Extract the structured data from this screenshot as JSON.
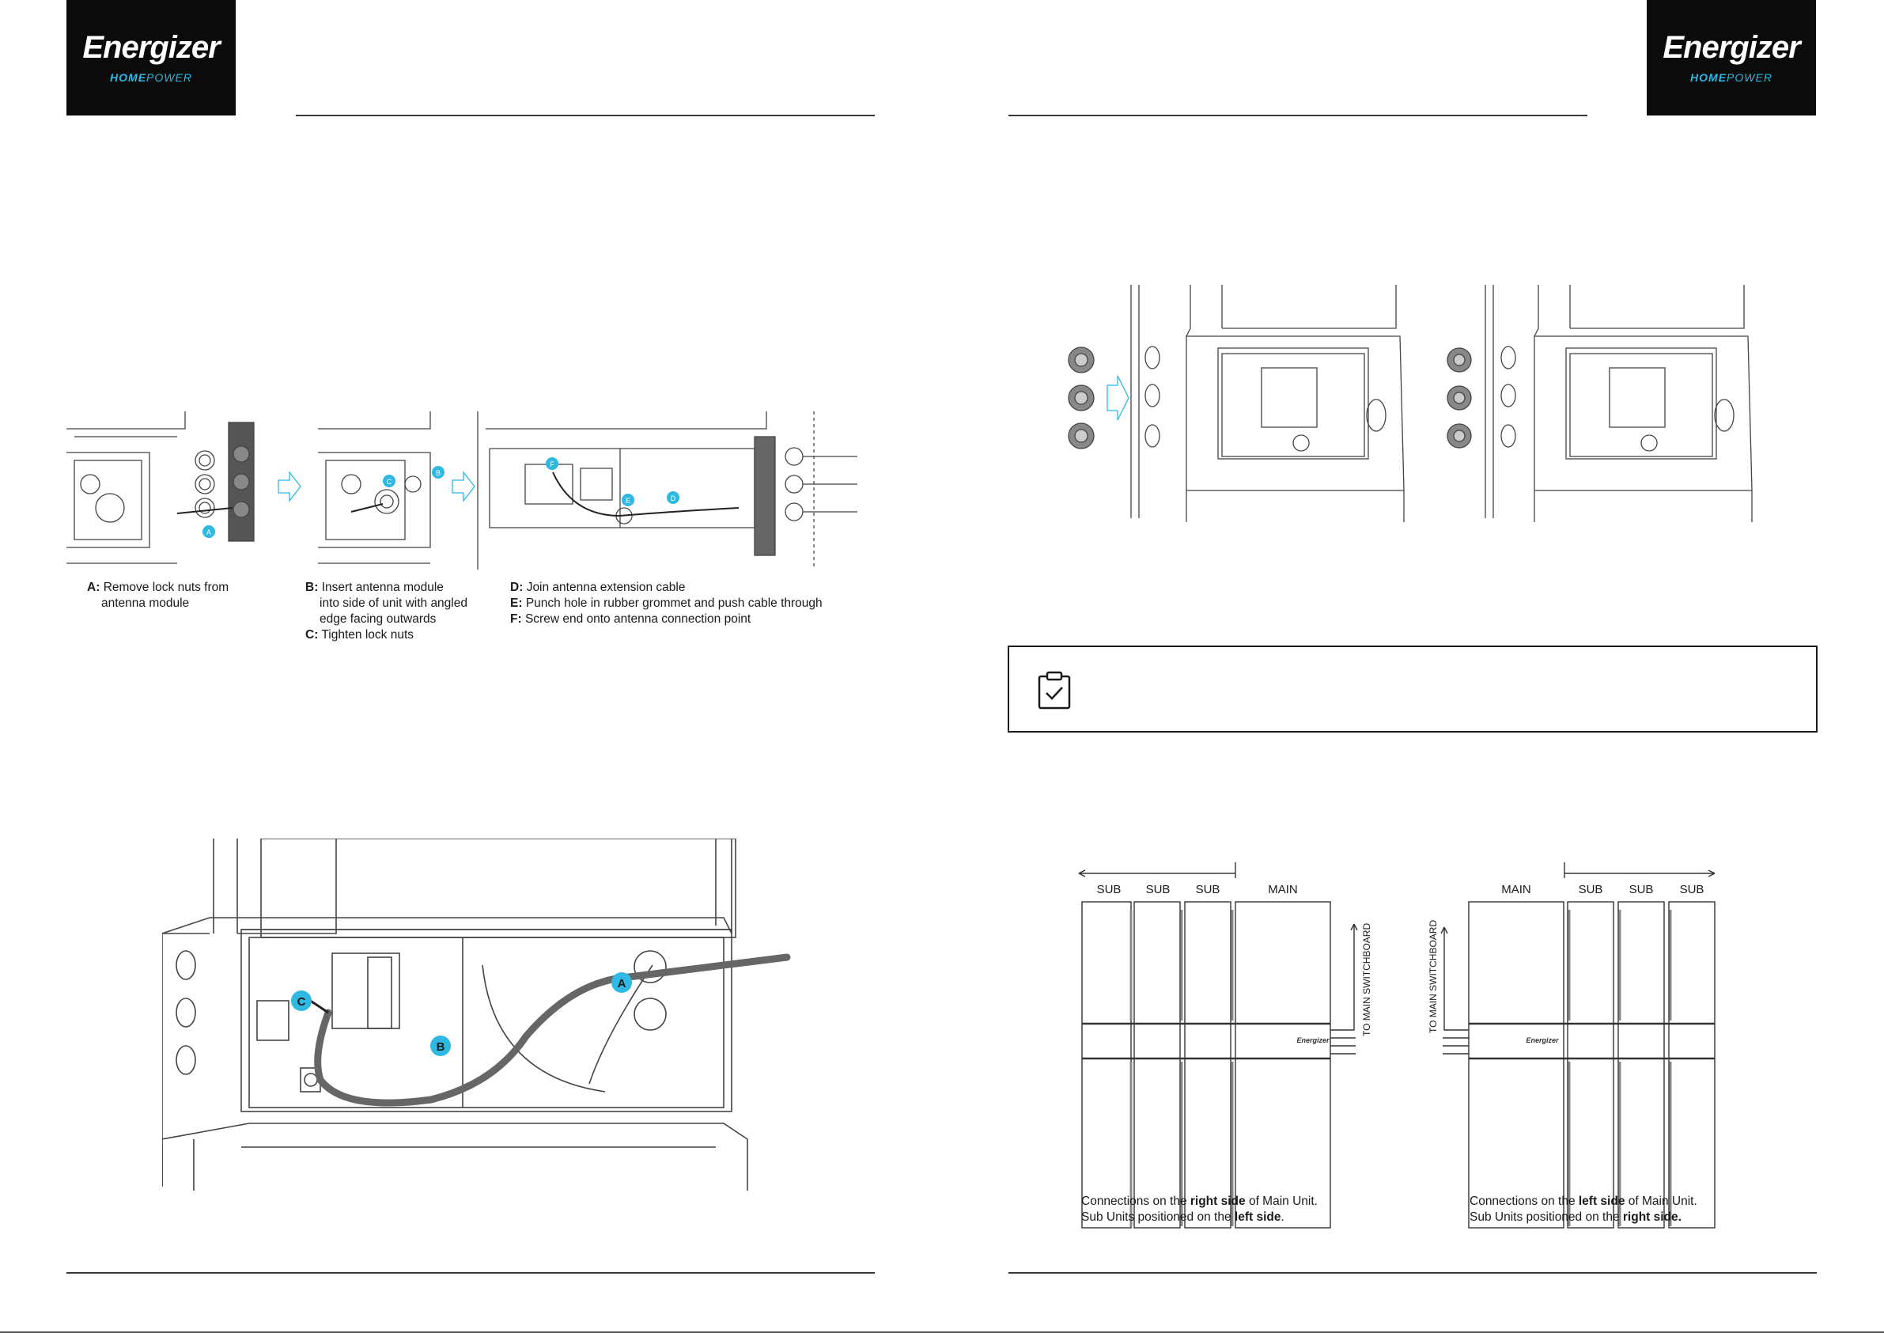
{
  "brand": {
    "name": "Energizer",
    "sub_bold": "HOME",
    "sub_light": "POWER"
  },
  "colors": {
    "accent": "#2fb8e2",
    "ink": "#1a1a1a",
    "logo_bg": "#0b0b0b"
  },
  "callouts": [
    "A",
    "B",
    "C",
    "D",
    "E",
    "F"
  ],
  "steps": {
    "a": {
      "key": "A",
      "text": "Remove lock nuts from",
      "text2": "antenna module"
    },
    "b": {
      "key": "B",
      "text": "Insert antenna module",
      "text2": "into side of unit with angled",
      "text3": "edge facing outwards"
    },
    "c": {
      "key": "C",
      "text": "Tighten lock nuts"
    },
    "d": {
      "key": "D",
      "text": "Join antenna extension cable"
    },
    "e": {
      "key": "E",
      "text": "Punch hole in rubber grommet and push cable through"
    },
    "f": {
      "key": "F",
      "text": "Screw end onto antenna connection point"
    }
  },
  "layout_left": {
    "labels": {
      "sub1": "SUB",
      "sub2": "SUB",
      "sub3": "SUB",
      "main": "MAIN"
    },
    "switchboard": "TO MAIN SWITCHBOARD",
    "unit_brand": "Energizer",
    "caption": {
      "p1": "Connections on the ",
      "b1": "right side",
      "p2": " of Main Unit.",
      "p3": "Sub Units positioned on the ",
      "b2": "left side",
      "p4": "."
    }
  },
  "layout_right": {
    "labels": {
      "main": "MAIN",
      "sub1": "SUB",
      "sub2": "SUB",
      "sub3": "SUB"
    },
    "switchboard": "TO MAIN SWITCHBOARD",
    "unit_brand": "Energizer",
    "caption": {
      "p1": "Connections on the ",
      "b1": "left side",
      "p2": " of Main Unit.",
      "p3": "Sub Units positioned on the ",
      "b2": "right side.",
      "p4": ""
    }
  },
  "note_icon": "clipboard-check-icon"
}
